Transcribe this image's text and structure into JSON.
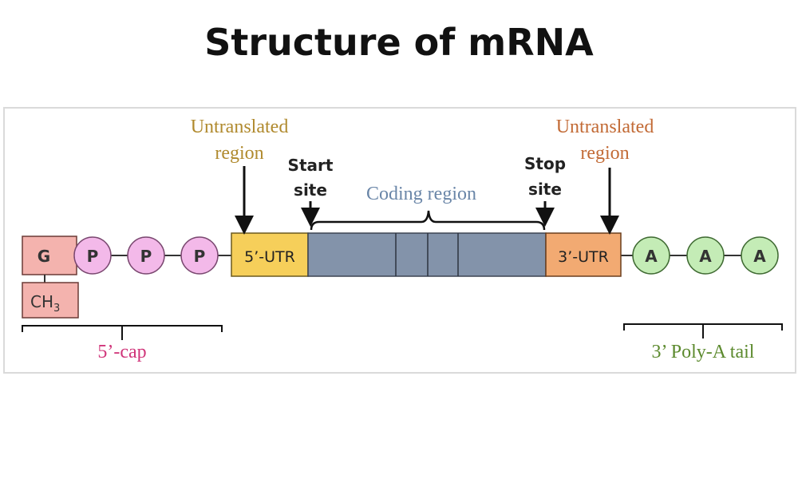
{
  "title": "Structure of mRNA",
  "colors": {
    "utr_label": "#b08a2e",
    "utr3_label": "#c26a35",
    "coding_label": "#6a86a8",
    "cap_label": "#d0357a",
    "tail_label": "#5c8a2e",
    "cap_g_fill": "#f4b3ae",
    "phosphate_fill": "#f3b9e9",
    "utr5_fill": "#f6cf5a",
    "coding_fill": "#8393aa",
    "utr3_fill": "#f2aa72",
    "adenine_fill": "#c4ecb6"
  },
  "labels": {
    "untranslated_left_line1": "Untranslated",
    "untranslated_left_line2": "region",
    "untranslated_right_line1": "Untranslated",
    "untranslated_right_line2": "region",
    "start_line1": "Start",
    "start_line2": "site",
    "stop_line1": "Stop",
    "stop_line2": "site",
    "coding_region": "Coding region",
    "cap": "5’-cap",
    "poly_a": "3’ Poly-A tail"
  },
  "components": {
    "guanine": "G",
    "methyl": "CH",
    "methyl_subscript": "3",
    "phosphates": [
      "P",
      "P",
      "P"
    ],
    "utr5": "5’-UTR",
    "utr3": "3’-UTR",
    "adenines": [
      "A",
      "A",
      "A"
    ]
  }
}
